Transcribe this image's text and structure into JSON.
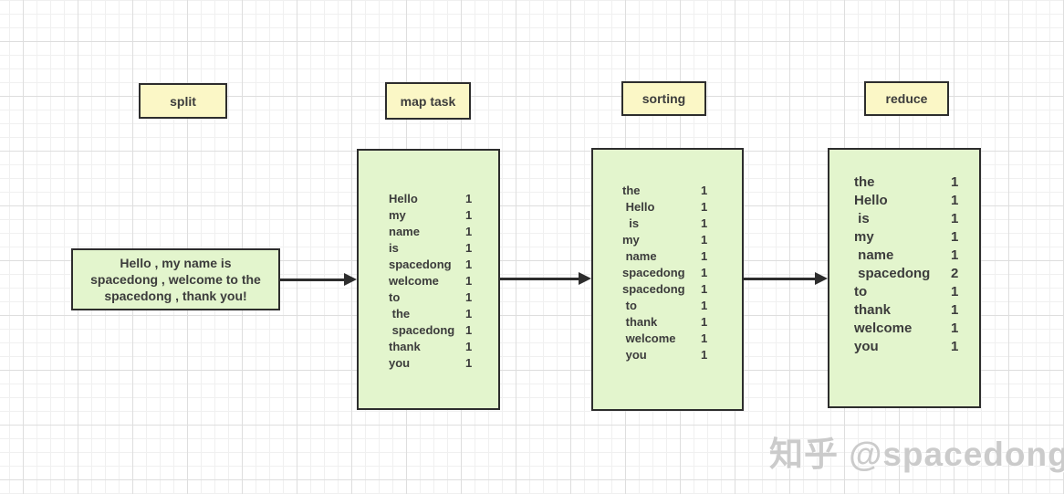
{
  "stage_labels": {
    "split": "split",
    "map_task": "map task",
    "sorting": "sorting",
    "reduce": "reduce"
  },
  "input_box": {
    "text": "Hello , my name is\nspacedong , welcome to the\nspacedong , thank you!"
  },
  "map_output": {
    "pairs": [
      {
        "word": "Hello",
        "count": 1
      },
      {
        "word": "my",
        "count": 1
      },
      {
        "word": "name",
        "count": 1
      },
      {
        "word": "is",
        "count": 1
      },
      {
        "word": "spacedong",
        "count": 1
      },
      {
        "word": "welcome",
        "count": 1
      },
      {
        "word": "to",
        "count": 1
      },
      {
        "word": " the",
        "count": 1
      },
      {
        "word": " spacedong",
        "count": 1
      },
      {
        "word": "thank",
        "count": 1
      },
      {
        "word": "you",
        "count": 1
      }
    ]
  },
  "sorting_output": {
    "pairs": [
      {
        "word": "the",
        "count": 1
      },
      {
        "word": " Hello",
        "count": 1
      },
      {
        "word": "  is",
        "count": 1
      },
      {
        "word": "my",
        "count": 1
      },
      {
        "word": " name",
        "count": 1
      },
      {
        "word": "spacedong",
        "count": 1
      },
      {
        "word": "spacedong",
        "count": 1
      },
      {
        "word": " to",
        "count": 1
      },
      {
        "word": " thank",
        "count": 1
      },
      {
        "word": " welcome",
        "count": 1
      },
      {
        "word": " you",
        "count": 1
      }
    ]
  },
  "reduce_output": {
    "pairs": [
      {
        "word": "the",
        "count": 1
      },
      {
        "word": "Hello",
        "count": 1
      },
      {
        "word": " is",
        "count": 1
      },
      {
        "word": "my",
        "count": 1
      },
      {
        "word": " name",
        "count": 1
      },
      {
        "word": " spacedong",
        "count": 2
      },
      {
        "word": "to",
        "count": 1
      },
      {
        "word": "thank",
        "count": 1
      },
      {
        "word": "welcome",
        "count": 1
      },
      {
        "word": "you",
        "count": 1
      }
    ]
  },
  "watermark": {
    "text": "知乎 @spacedong"
  },
  "colors": {
    "label-fill": "#fbf7c6",
    "box-fill": "#e3f5cd",
    "border-dark": "#2d2d2d",
    "text-dark": "#3c3c3c",
    "watermark-gray": "#cbcbcb",
    "grid-major": "#dedede",
    "grid-minor": "#f0f0f0"
  }
}
